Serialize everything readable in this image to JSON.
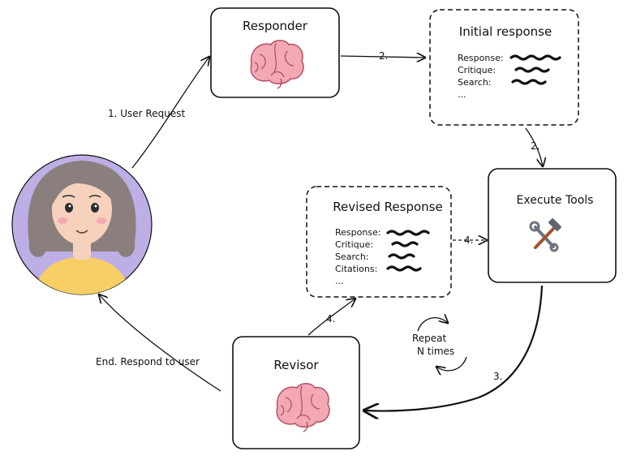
{
  "nodes": {
    "responder": {
      "title": "Responder"
    },
    "initial_response": {
      "title": "Initial response",
      "fields": [
        "Response:",
        "Critique:",
        "Search:",
        "..."
      ]
    },
    "execute_tools": {
      "title": "Execute Tools",
      "icon": "hammer-wrench-icon"
    },
    "revised_response": {
      "title": "Revised Response",
      "fields": [
        "Response:",
        "Critique:",
        "Search:",
        "Citations:",
        "..."
      ]
    },
    "revisor": {
      "title": "Revisor"
    },
    "user": {
      "icon": "user-avatar"
    }
  },
  "edges": {
    "user_request": "1. User Request",
    "responder_to_initial": "2.",
    "initial_to_tools": "2.",
    "tools_to_revisor": "3.",
    "revisor_to_revised": "4.",
    "revised_to_tools": "4.",
    "end": "End. Respond to user"
  },
  "loop": {
    "line1": "Repeat",
    "line2": "N times"
  },
  "colors": {
    "avatar_bg": "#bdaee6",
    "hair": "#8a7f7c",
    "skin": "#f6d2bd",
    "shirt": "#f8cf66",
    "brain": "#f3a9b4",
    "brain_line": "#b34f66"
  }
}
